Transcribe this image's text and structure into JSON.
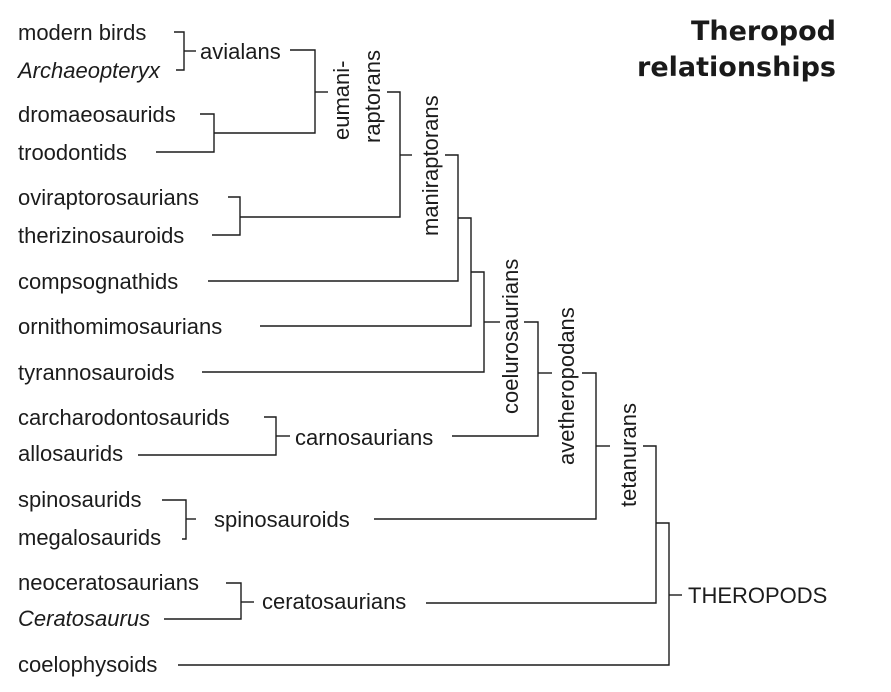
{
  "title": {
    "line1": "Theropod",
    "line2": "relationships"
  },
  "taxa": [
    {
      "id": "modern-birds",
      "label": "modern birds",
      "italic": false
    },
    {
      "id": "archaeopteryx",
      "label": "Archaeopteryx",
      "italic": true
    },
    {
      "id": "dromaeosaurids",
      "label": "dromaeosaurids",
      "italic": false
    },
    {
      "id": "troodontids",
      "label": "troodontids",
      "italic": false
    },
    {
      "id": "oviraptorosaurians",
      "label": "oviraptorosaurians",
      "italic": false
    },
    {
      "id": "therizinosauroids",
      "label": "therizinosauroids",
      "italic": false
    },
    {
      "id": "compsognathids",
      "label": "compsognathids",
      "italic": false
    },
    {
      "id": "ornithomimosaurians",
      "label": "ornithomimosaurians",
      "italic": false
    },
    {
      "id": "tyrannosauroids",
      "label": "tyrannosauroids",
      "italic": false
    },
    {
      "id": "carcharodontosaurids",
      "label": "carcharodontosaurids",
      "italic": false
    },
    {
      "id": "allosaurids",
      "label": "allosaurids",
      "italic": false
    },
    {
      "id": "spinosaurids",
      "label": "spinosaurids",
      "italic": false
    },
    {
      "id": "megalosaurids",
      "label": "megalosaurids",
      "italic": false
    },
    {
      "id": "neoceratosaurians",
      "label": "neoceratosaurians",
      "italic": false
    },
    {
      "id": "ceratosaurus",
      "label": "Ceratosaurus",
      "italic": true
    },
    {
      "id": "coelophysoids",
      "label": "coelophysoids",
      "italic": false
    }
  ],
  "clades": {
    "avialans": "avialans",
    "eumaniraptorans_1": "eumani-",
    "eumaniraptorans_2": "raptorans",
    "maniraptorans": "maniraptorans",
    "coelurosaurians": "coelurosaurians",
    "carnosaurians": "carnosaurians",
    "avetheropodans": "avetheropodans",
    "spinosauroids": "spinosauroids",
    "tetanurans": "tetanurans",
    "ceratosaurians": "ceratosaurians",
    "theropods": "THEROPODS"
  },
  "tree": {
    "name": "THEROPODS",
    "children": [
      {
        "name": "tetanurans",
        "children": [
          {
            "name": "avetheropodans",
            "children": [
              {
                "name": "coelurosaurians",
                "children": [
                  {
                    "name": "maniraptorans",
                    "children": [
                      {
                        "name": "eumaniraptorans",
                        "children": [
                          {
                            "name": "avialans",
                            "children": [
                              "modern birds",
                              "Archaeopteryx"
                            ]
                          },
                          {
                            "name": "",
                            "children": [
                              "dromaeosaurids",
                              "troodontids"
                            ]
                          }
                        ]
                      },
                      {
                        "name": "",
                        "children": [
                          "oviraptorosaurians",
                          "therizinosauroids"
                        ]
                      }
                    ]
                  },
                  "compsognathids",
                  "ornithomimosaurians",
                  "tyrannosauroids"
                ]
              },
              {
                "name": "carnosaurians",
                "children": [
                  "carcharodontosaurids",
                  "allosaurids"
                ]
              }
            ]
          },
          {
            "name": "spinosauroids",
            "children": [
              "spinosaurids",
              "megalosaurids"
            ]
          }
        ]
      },
      {
        "name": "ceratosaurians",
        "children": [
          "neoceratosaurians",
          "Ceratosaurus"
        ]
      },
      "coelophysoids"
    ]
  }
}
